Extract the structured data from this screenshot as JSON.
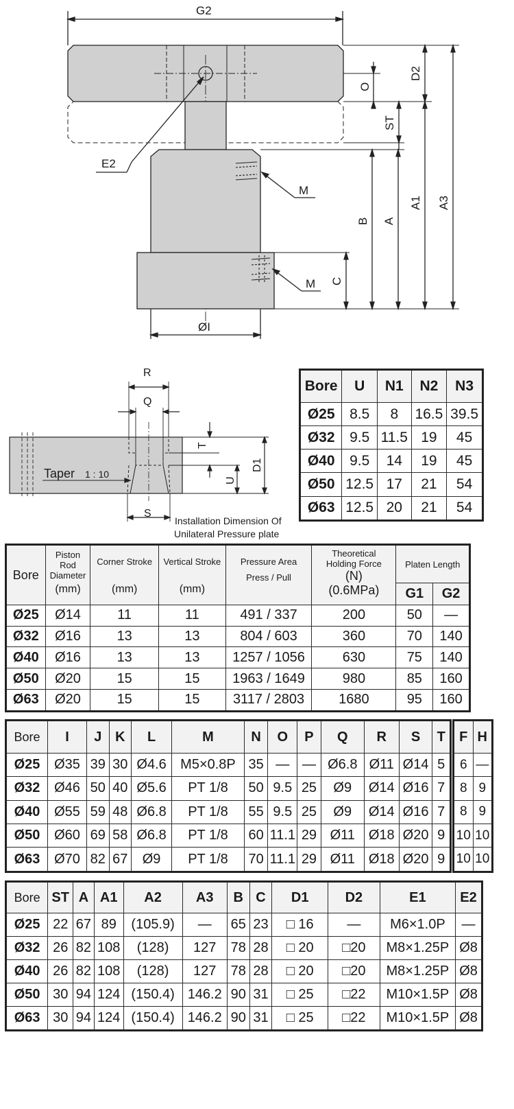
{
  "top_drawing": {
    "labels": {
      "g2": "G2",
      "d2": "D2",
      "o": "O",
      "st": "ST",
      "e2": "E2",
      "m1": "M",
      "m2": "M",
      "b": "B",
      "a": "A",
      "a1": "A1",
      "a3": "A3",
      "c": "C",
      "phi_i": "ØI"
    }
  },
  "detail_drawing": {
    "labels": {
      "r": "R",
      "q": "Q",
      "t": "T",
      "d1": "D1",
      "u": "U",
      "s": "S",
      "taper": "Taper",
      "taper_ratio": "1 : 10"
    },
    "caption_line1": "Installation Dimension Of",
    "caption_line2": "Unilateral Pressure plate"
  },
  "table_n": {
    "headers": [
      "Bore",
      "U",
      "N1",
      "N2",
      "N3"
    ],
    "rows": [
      [
        "Ø25",
        "8.5",
        "8",
        "16.5",
        "39.5"
      ],
      [
        "Ø32",
        "9.5",
        "11.5",
        "19",
        "45"
      ],
      [
        "Ø40",
        "9.5",
        "14",
        "19",
        "45"
      ],
      [
        "Ø50",
        "12.5",
        "17",
        "21",
        "54"
      ],
      [
        "Ø63",
        "12.5",
        "20",
        "21",
        "54"
      ]
    ]
  },
  "table_specs": {
    "h_bore": "Bore",
    "h_rod": [
      "Piston",
      "Rod",
      "Diameter"
    ],
    "h_rod_unit": "(mm)",
    "h_corner": "Corner Stroke",
    "h_corner_unit": "(mm)",
    "h_vertical": "Vertical Stroke",
    "h_vertical_unit": "(mm)",
    "h_area": "Pressure Area",
    "h_area2": "Press / Pull",
    "h_force": [
      "Theoretical",
      "Holding Force"
    ],
    "h_force_unit": "(N)",
    "h_force_cond": "(0.6MPa)",
    "h_platen": "Platen Length",
    "h_g1": "G1",
    "h_g2": "G2",
    "rows": [
      [
        "Ø25",
        "Ø14",
        "11",
        "11",
        "491 / 337",
        "200",
        "50",
        "—"
      ],
      [
        "Ø32",
        "Ø16",
        "13",
        "13",
        "804 / 603",
        "360",
        "70",
        "140"
      ],
      [
        "Ø40",
        "Ø16",
        "13",
        "13",
        "1257 / 1056",
        "630",
        "75",
        "140"
      ],
      [
        "Ø50",
        "Ø20",
        "15",
        "15",
        "1963 / 1649",
        "980",
        "85",
        "160"
      ],
      [
        "Ø63",
        "Ø20",
        "15",
        "15",
        "3117 / 2803",
        "1680",
        "95",
        "160"
      ]
    ]
  },
  "table_dims1": {
    "headers": [
      "Bore",
      "I",
      "J",
      "K",
      "L",
      "M",
      "N",
      "O",
      "P",
      "Q",
      "R",
      "S",
      "T"
    ],
    "rows": [
      [
        "Ø25",
        "Ø35",
        "39",
        "30",
        "Ø4.6",
        "M5×0.8P",
        "35",
        "—",
        "—",
        "Ø6.8",
        "Ø11",
        "Ø14",
        "5"
      ],
      [
        "Ø32",
        "Ø46",
        "50",
        "40",
        "Ø5.6",
        "PT 1/8",
        "50",
        "9.5",
        "25",
        "Ø9",
        "Ø14",
        "Ø16",
        "7"
      ],
      [
        "Ø40",
        "Ø55",
        "59",
        "48",
        "Ø6.8",
        "PT 1/8",
        "55",
        "9.5",
        "25",
        "Ø9",
        "Ø14",
        "Ø16",
        "7"
      ],
      [
        "Ø50",
        "Ø60",
        "69",
        "58",
        "Ø6.8",
        "PT 1/8",
        "60",
        "11.1",
        "29",
        "Ø11",
        "Ø18",
        "Ø20",
        "9"
      ],
      [
        "Ø63",
        "Ø70",
        "82",
        "67",
        "Ø9",
        "PT 1/8",
        "70",
        "11.1",
        "29",
        "Ø11",
        "Ø18",
        "Ø20",
        "9"
      ]
    ]
  },
  "table_fh": {
    "headers": [
      "F",
      "H"
    ],
    "rows": [
      [
        "6",
        "—"
      ],
      [
        "8",
        "9"
      ],
      [
        "8",
        "9"
      ],
      [
        "10",
        "10"
      ],
      [
        "10",
        "10"
      ]
    ]
  },
  "table_dims2": {
    "headers": [
      "Bore",
      "ST",
      "A",
      "A1",
      "A2",
      "A3",
      "B",
      "C",
      "D1",
      "D2",
      "E1",
      "E2"
    ],
    "rows": [
      [
        "Ø25",
        "22",
        "67",
        "89",
        "(105.9)",
        "—",
        "65",
        "23",
        "□ 16",
        "—",
        "M6×1.0P",
        "—"
      ],
      [
        "Ø32",
        "26",
        "82",
        "108",
        "(128)",
        "127",
        "78",
        "28",
        "□ 20",
        "□20",
        "M8×1.25P",
        "Ø8"
      ],
      [
        "Ø40",
        "26",
        "82",
        "108",
        "(128)",
        "127",
        "78",
        "28",
        "□ 20",
        "□20",
        "M8×1.25P",
        "Ø8"
      ],
      [
        "Ø50",
        "30",
        "94",
        "124",
        "(150.4)",
        "146.2",
        "90",
        "31",
        "□ 25",
        "□22",
        "M10×1.5P",
        "Ø8"
      ],
      [
        "Ø63",
        "30",
        "94",
        "124",
        "(150.4)",
        "146.2",
        "90",
        "31",
        "□ 25",
        "□22",
        "M10×1.5P",
        "Ø8"
      ]
    ]
  }
}
